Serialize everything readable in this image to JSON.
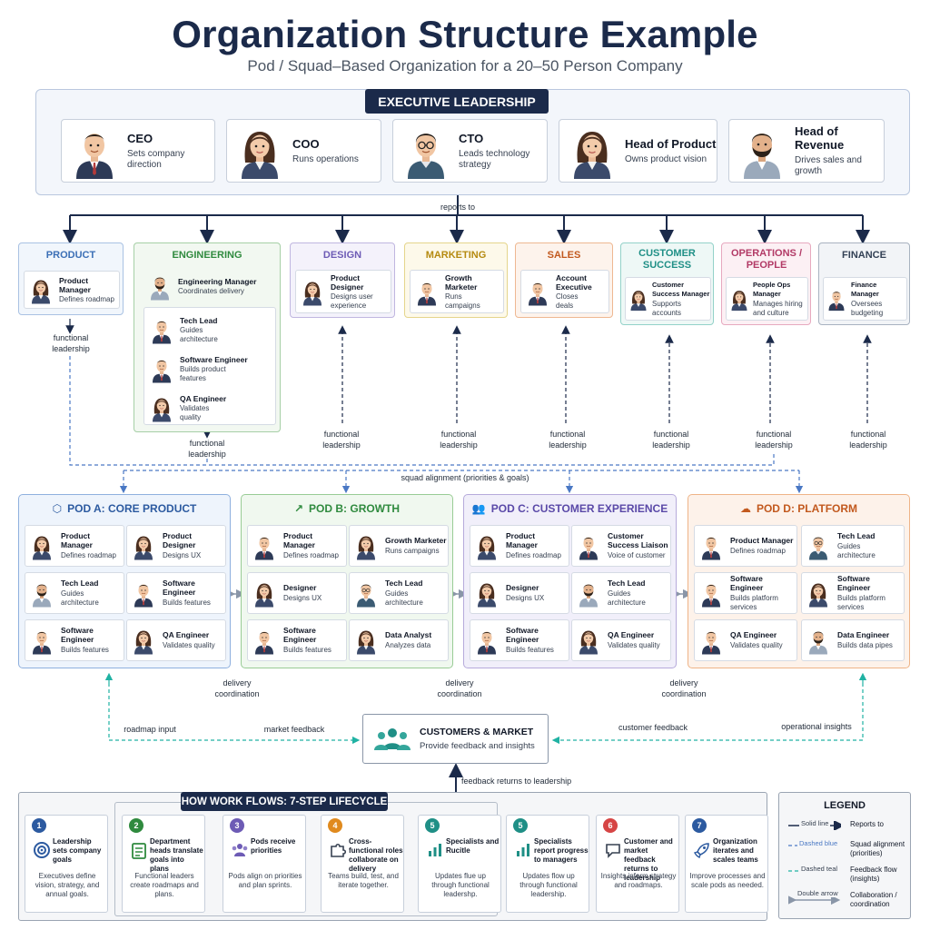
{
  "title": "Organization Structure Example",
  "subtitle": "Pod / Squad–Based Organization for a 20–50 Person Company",
  "executive": {
    "header": "EXECUTIVE LEADERSHIP",
    "members": [
      {
        "role": "CEO",
        "desc": "Sets company direction"
      },
      {
        "role": "COO",
        "desc": "Runs operations"
      },
      {
        "role": "CTO",
        "desc": "Leads technology strategy"
      },
      {
        "role": "Head of Product",
        "desc": "Owns product vision"
      },
      {
        "role": "Head of Revenue",
        "desc": "Drives sales and growth"
      }
    ]
  },
  "reports_to": "reports to",
  "departments": [
    {
      "name": "PRODUCT",
      "members": [
        {
          "role": "Product Manager",
          "desc": "Defines roadmap"
        }
      ]
    },
    {
      "name": "ENGINEERING",
      "members": [
        {
          "role": "Engineering Manager",
          "desc": "Coordinates delivery"
        },
        {
          "role": "Tech Lead",
          "desc": "Guides architecture"
        },
        {
          "role": "Software Engineer",
          "desc": "Builds product features"
        },
        {
          "role": "QA Engineer",
          "desc": "Validates quality"
        }
      ]
    },
    {
      "name": "DESIGN",
      "members": [
        {
          "role": "Product Designer",
          "desc": "Designs user experience"
        }
      ]
    },
    {
      "name": "MARKETING",
      "members": [
        {
          "role": "Growth Marketer",
          "desc": "Runs campaigns"
        }
      ]
    },
    {
      "name": "SALES",
      "members": [
        {
          "role": "Account Executive",
          "desc": "Closes deals"
        }
      ]
    },
    {
      "name": "CUSTOMER SUCCESS",
      "members": [
        {
          "role": "Customer Success Manager",
          "desc": "Supports accounts"
        }
      ]
    },
    {
      "name": "OPERATIONS / PEOPLE",
      "members": [
        {
          "role": "People Ops Manager",
          "desc": "Manages hiring and culture"
        }
      ]
    },
    {
      "name": "FINANCE",
      "members": [
        {
          "role": "Finance Manager",
          "desc": "Oversees budgeting"
        }
      ]
    }
  ],
  "functional_leadership": "functional leadership",
  "squad_alignment": "squad alignment (priorities & goals)",
  "pods": [
    {
      "name": "POD A: CORE PRODUCT",
      "members": [
        {
          "role": "Product Manager",
          "desc": "Defines roadmap"
        },
        {
          "role": "Product Designer",
          "desc": "Designs UX"
        },
        {
          "role": "Tech Lead",
          "desc": "Guides architecture"
        },
        {
          "role": "Software Engineer",
          "desc": "Builds features"
        },
        {
          "role": "Software Engineer",
          "desc": "Builds features"
        },
        {
          "role": "QA Engineer",
          "desc": "Validates quality"
        }
      ]
    },
    {
      "name": "POD B: GROWTH",
      "members": [
        {
          "role": "Product Manager",
          "desc": "Defines roadmap"
        },
        {
          "role": "Growth Marketer",
          "desc": "Runs campaigns"
        },
        {
          "role": "Designer",
          "desc": "Designs UX"
        },
        {
          "role": "Tech Lead",
          "desc": "Guides architecture"
        },
        {
          "role": "Software Engineer",
          "desc": "Builds features"
        },
        {
          "role": "Data Analyst",
          "desc": "Analyzes data"
        }
      ]
    },
    {
      "name": "POD C: CUSTOMER EXPERIENCE",
      "members": [
        {
          "role": "Product Manager",
          "desc": "Defines roadmap"
        },
        {
          "role": "Customer Success Liaison",
          "desc": "Voice of customer"
        },
        {
          "role": "Designer",
          "desc": "Designs UX"
        },
        {
          "role": "Tech Lead",
          "desc": "Guides architecture"
        },
        {
          "role": "Software Engineer",
          "desc": "Builds features"
        },
        {
          "role": "QA Engineer",
          "desc": "Validates quality"
        }
      ]
    },
    {
      "name": "POD D: PLATFORM",
      "members": [
        {
          "role": "Product Manager",
          "desc": "Defines roadmap"
        },
        {
          "role": "Tech Lead",
          "desc": "Guides architecture"
        },
        {
          "role": "Software Engineer",
          "desc": "Builds platform services"
        },
        {
          "role": "Software Engineer",
          "desc": "Builds platform services"
        },
        {
          "role": "QA Engineer",
          "desc": "Validates quality"
        },
        {
          "role": "Data Engineer",
          "desc": "Builds data pipes"
        }
      ]
    }
  ],
  "delivery_coordination": "delivery coordination",
  "customers": {
    "title": "CUSTOMERS & MARKET",
    "desc": "Provide feedback and insights"
  },
  "flow_labels": {
    "roadmap_input": "roadmap input",
    "market_feedback": "market feedback",
    "customer_feedback": "customer feedback",
    "operational_insights": "operational insights",
    "feedback_returns": "feedback returns to leadership"
  },
  "lifecycle": {
    "header": "HOW WORK FLOWS: 7-STEP LIFECYCLE",
    "steps": [
      {
        "num": "1",
        "title": "Leadership sets company goals",
        "desc": "Executives define vision, strategy, and annual goals."
      },
      {
        "num": "2",
        "title": "Department heads translate goals into plans",
        "desc": "Functional leaders create roadmaps and plans."
      },
      {
        "num": "3",
        "title": "Pods receive priorities",
        "desc": "Pods align on priorities and plan sprints."
      },
      {
        "num": "4",
        "title": "Cross-functional roles collaborate on delivery",
        "desc": "Teams build, test, and iterate together."
      },
      {
        "num": "5",
        "title": "Specialists and Rucitle",
        "desc": "Updates flue up through functional leadershp."
      },
      {
        "num": "5",
        "title": "Specialists report progress to managers",
        "desc": "Updates flow up through functional leadership."
      },
      {
        "num": "6",
        "title": "Customer and market feedback returns to leadership",
        "desc": "Insights inform strategy and roadmaps."
      },
      {
        "num": "7",
        "title": "Organization iterates and scales teams",
        "desc": "Improve processes and scale pods as needed."
      }
    ]
  },
  "legend": {
    "title": "LEGEND",
    "items": [
      {
        "key": "Solid line",
        "value": "Reports to"
      },
      {
        "key": "Dashed blue",
        "value": "Squad alignment (priorities)"
      },
      {
        "key": "Dashed teal",
        "value": "Feedback flow (insights)"
      },
      {
        "key": "Double arrow",
        "value": "Collaboration / coordination"
      }
    ]
  },
  "colors": {
    "navy": "#1b2a4a",
    "squad_blue": "#4a78c4",
    "feedback_teal": "#20b2a3",
    "product": "#3b6fb6",
    "engineering": "#2f8a3e",
    "design": "#6d5bb5",
    "marketing": "#b58a10",
    "sales": "#c2591e",
    "customer_success": "#1f8f86",
    "operations": "#c23a6a",
    "finance": "#334155"
  }
}
